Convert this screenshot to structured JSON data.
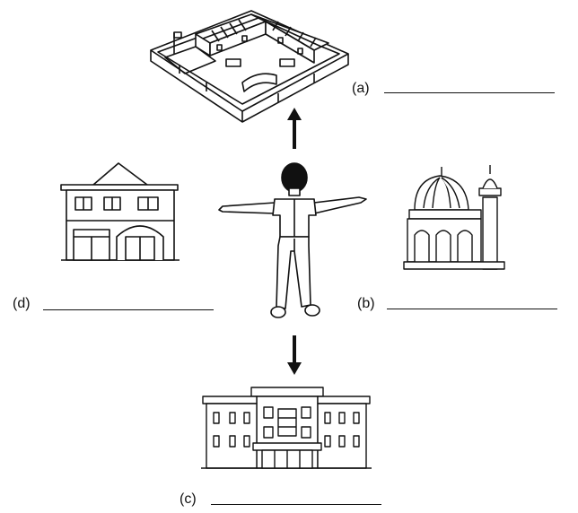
{
  "labels": {
    "a": "(a)",
    "b": "(b)",
    "c": "(c)",
    "d": "(d)"
  },
  "icons": {
    "north": "school-icon",
    "east": "mosque-icon",
    "south": "hospital-icon",
    "west": "house-icon",
    "center": "person-arms-outstretched-icon"
  },
  "colors": {
    "ink": "#111111",
    "background": "#ffffff"
  }
}
